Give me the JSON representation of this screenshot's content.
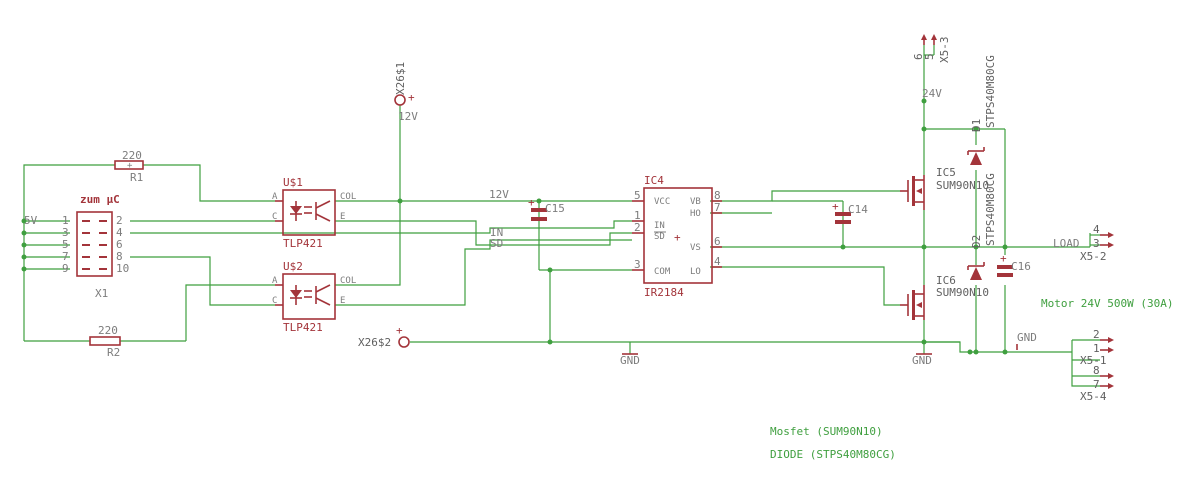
{
  "components": {
    "r1": {
      "value": "220",
      "name": "R1"
    },
    "r2": {
      "value": "220",
      "name": "R2"
    },
    "x1": {
      "title": "zum µC",
      "name": "X1",
      "pins_left": [
        "1",
        "3",
        "5",
        "7",
        "9"
      ],
      "pins_right": [
        "2",
        "4",
        "6",
        "8",
        "10"
      ],
      "net_5v": "5V"
    },
    "u1": {
      "name": "U$1",
      "part": "TLP421",
      "pin_a": "A",
      "pin_c": "C",
      "pin_col": "COL",
      "pin_e": "E"
    },
    "u2": {
      "name": "U$2",
      "part": "TLP421",
      "pin_a": "A",
      "pin_c": "C",
      "pin_col": "COL",
      "pin_e": "E"
    },
    "x26_1": {
      "name": "X26$1",
      "net": "12V",
      "sign": "+"
    },
    "x26_2": {
      "name": "X26$2",
      "sign": "+"
    },
    "c15": {
      "name": "C15"
    },
    "c14": {
      "name": "C14"
    },
    "c16": {
      "name": "C16"
    },
    "ic4": {
      "name": "IC4",
      "part": "IR2184",
      "pins": {
        "vcc": "VCC",
        "in": "IN",
        "sd": "SD",
        "com": "COM",
        "vb": "VB",
        "ho": "HO",
        "vs": "VS",
        "lo": "LO"
      },
      "pin_numbers": {
        "vcc": "5",
        "in": "1",
        "sd": "2",
        "com": "3",
        "vb": "8",
        "ho": "7",
        "vs": "6",
        "lo": "4"
      }
    },
    "ic5": {
      "name": "IC5",
      "part": "SUM90N10"
    },
    "ic6": {
      "name": "IC6",
      "part": "SUM90N10"
    },
    "d1": {
      "name": "D1",
      "part": "STPS40M80CG"
    },
    "d2": {
      "name": "D2",
      "part": "STPS40M80CG"
    },
    "x5_3": {
      "name": "X5-3",
      "pins": [
        "6",
        "5"
      ]
    },
    "x5_2": {
      "name": "X5-2",
      "pins": [
        "4",
        "3"
      ]
    },
    "x5_1": {
      "name": "X5-1",
      "pins": [
        "2",
        "1"
      ]
    },
    "x5_4": {
      "name": "X5-4",
      "pins": [
        "8",
        "7"
      ]
    }
  },
  "nets": {
    "v12": "12V",
    "in": "IN",
    "sd": "SD",
    "gnd": "GND",
    "v24": "24V",
    "load": "LOAD"
  },
  "notes": {
    "motor": "Motor 24V 500W (30A)",
    "mosfet": "Mosfet (SUM90N10)",
    "diode": "DIODE (STPS40M80CG)"
  }
}
